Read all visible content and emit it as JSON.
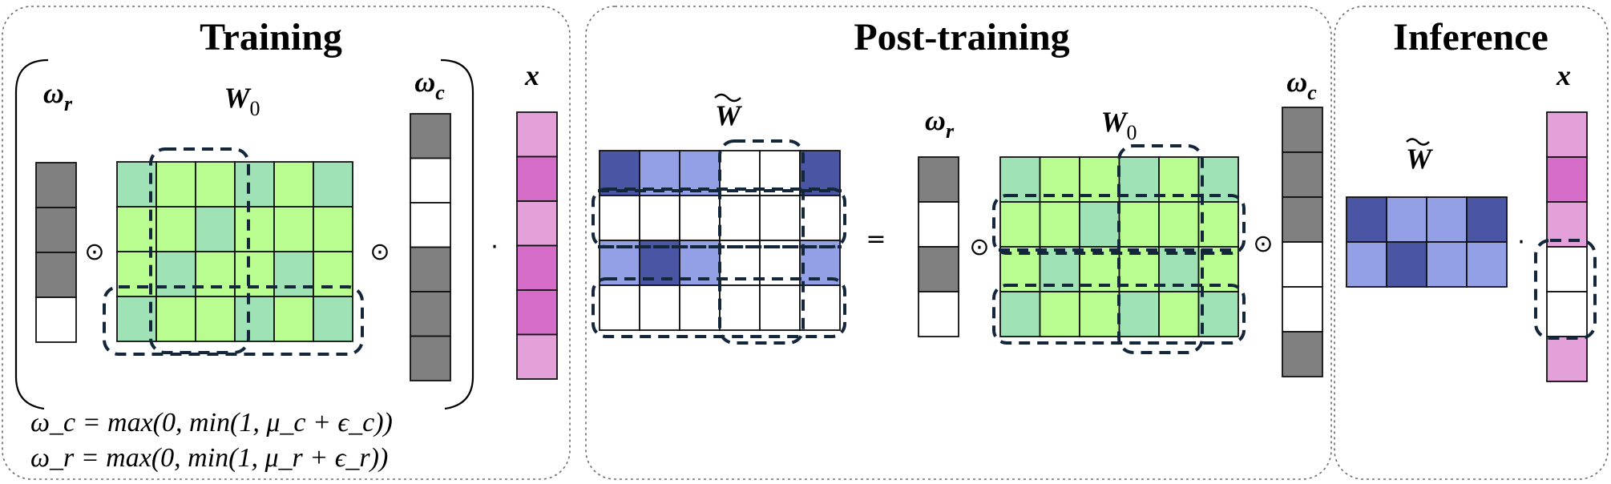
{
  "colors": {
    "gray": "#808080",
    "white": "#ffffff",
    "green_light": "#b9fc90",
    "green_mint": "#9fe2b6",
    "blue_dark": "#4a56a3",
    "blue_light": "#94a0e6",
    "pink_light": "#e4a1d9",
    "pink_dark": "#d56cc7",
    "dash": "#14273a"
  },
  "panels": {
    "training": {
      "title": "Training",
      "omega_r": {
        "main": "ω",
        "sub": "r"
      },
      "W0": {
        "main": "W",
        "sub": "0"
      },
      "omega_c": {
        "main": "ω",
        "sub": "c"
      },
      "x": "x",
      "hadamard_1": "⊙",
      "hadamard_2": "⊙",
      "dot": "·",
      "eq_c": "ω_c = max(0, min(1, μ_c + ϵ_c))",
      "eq_r": "ω_r = max(0, min(1, μ_r + ϵ_r))",
      "row_mask": [
        "gray",
        "gray",
        "gray",
        "white"
      ],
      "col_mask": [
        "gray",
        "white",
        "white",
        "gray",
        "gray",
        "gray"
      ],
      "x_vec": [
        "pink_light",
        "pink_dark",
        "pink_light",
        "pink_dark",
        "pink_dark",
        "pink_light"
      ],
      "w0_grid": [
        [
          "green_mint",
          "green_light",
          "green_light",
          "green_mint",
          "green_light",
          "green_mint"
        ],
        [
          "green_light",
          "green_light",
          "green_mint",
          "green_light",
          "green_light",
          "green_light"
        ],
        [
          "green_light",
          "green_mint",
          "green_light",
          "green_light",
          "green_mint",
          "green_light"
        ],
        [
          "green_mint",
          "green_light",
          "green_light",
          "green_mint",
          "green_light",
          "green_mint"
        ]
      ]
    },
    "post_training": {
      "title": "Post-training",
      "W_tilde": {
        "main": "W"
      },
      "equals": "=",
      "omega_r": {
        "main": "ω",
        "sub": "r"
      },
      "W0": {
        "main": "W",
        "sub": "0"
      },
      "omega_c": {
        "main": "ω",
        "sub": "c"
      },
      "hadamard_1": "⊙",
      "hadamard_2": "⊙",
      "wtilde_grid": [
        [
          "blue_dark",
          "blue_light",
          "blue_light",
          "white",
          "white",
          "blue_dark"
        ],
        [
          "white",
          "white",
          "white",
          "white",
          "white",
          "white"
        ],
        [
          "blue_light",
          "blue_dark",
          "blue_light",
          "white",
          "white",
          "blue_light"
        ],
        [
          "white",
          "white",
          "white",
          "white",
          "white",
          "white"
        ]
      ],
      "row_mask": [
        "gray",
        "white",
        "gray",
        "white"
      ],
      "col_mask": [
        "gray",
        "gray",
        "gray",
        "white",
        "white",
        "gray"
      ],
      "w0_grid": [
        [
          "green_mint",
          "green_light",
          "green_light",
          "green_mint",
          "green_light",
          "green_mint"
        ],
        [
          "green_light",
          "green_light",
          "green_mint",
          "green_light",
          "green_light",
          "green_light"
        ],
        [
          "green_light",
          "green_mint",
          "green_light",
          "green_light",
          "green_mint",
          "green_light"
        ],
        [
          "green_mint",
          "green_light",
          "green_light",
          "green_mint",
          "green_light",
          "green_mint"
        ]
      ]
    },
    "inference": {
      "title": "Inference",
      "W_tilde": {
        "main": "W"
      },
      "x": "x",
      "dot": "·",
      "wtilde_grid": [
        [
          "blue_dark",
          "blue_light",
          "blue_light",
          "blue_dark"
        ],
        [
          "blue_light",
          "blue_dark",
          "blue_light",
          "blue_light"
        ]
      ],
      "x_vec": [
        "pink_light",
        "pink_dark",
        "pink_light",
        "white",
        "white",
        "pink_light"
      ]
    }
  }
}
